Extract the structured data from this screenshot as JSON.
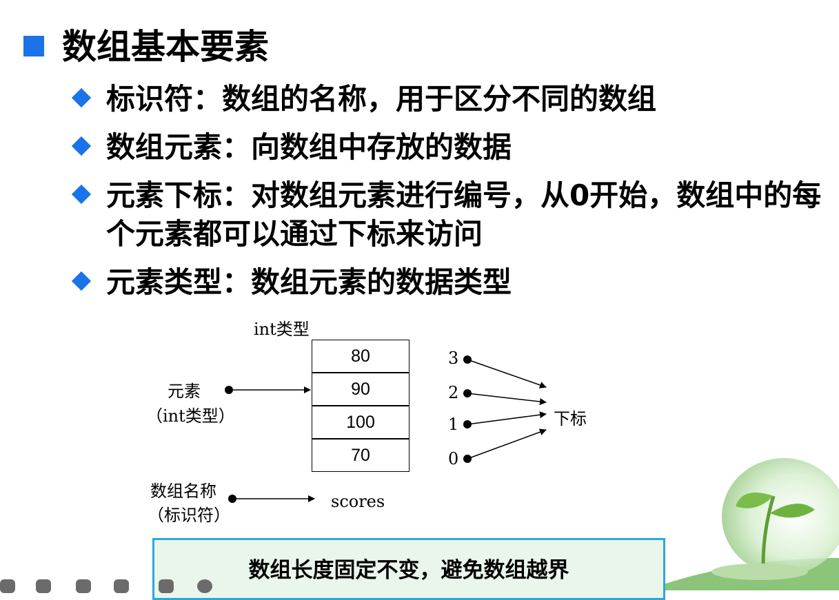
{
  "heading": "数组基本要素",
  "items": [
    {
      "text": "标识符：数组的名称，用于区分不同的数组"
    },
    {
      "text": "数组元素：向数组中存放的数据"
    },
    {
      "text": "元素下标：对数组元素进行编号，从0开始，数组中的每个元素都可以通过下标来访问"
    },
    {
      "text": "元素类型：数组元素的数据类型"
    }
  ],
  "diagram": {
    "type_label": "int类型",
    "element_label": "元素",
    "element_sub": "（int类型）",
    "cells": [
      "80",
      "90",
      "100",
      "70"
    ],
    "index_numbers": [
      "3",
      "2",
      "1",
      "0"
    ],
    "index_label": "下标",
    "name_label": "数组名称",
    "name_sub": "（标识符）",
    "array_name": "scores"
  },
  "note": "数组长度固定不变，避免数组越界",
  "colors": {
    "accent_blue": "#1a73e8",
    "note_border": "#29a8e0",
    "note_bg": "#eaf6ec"
  }
}
